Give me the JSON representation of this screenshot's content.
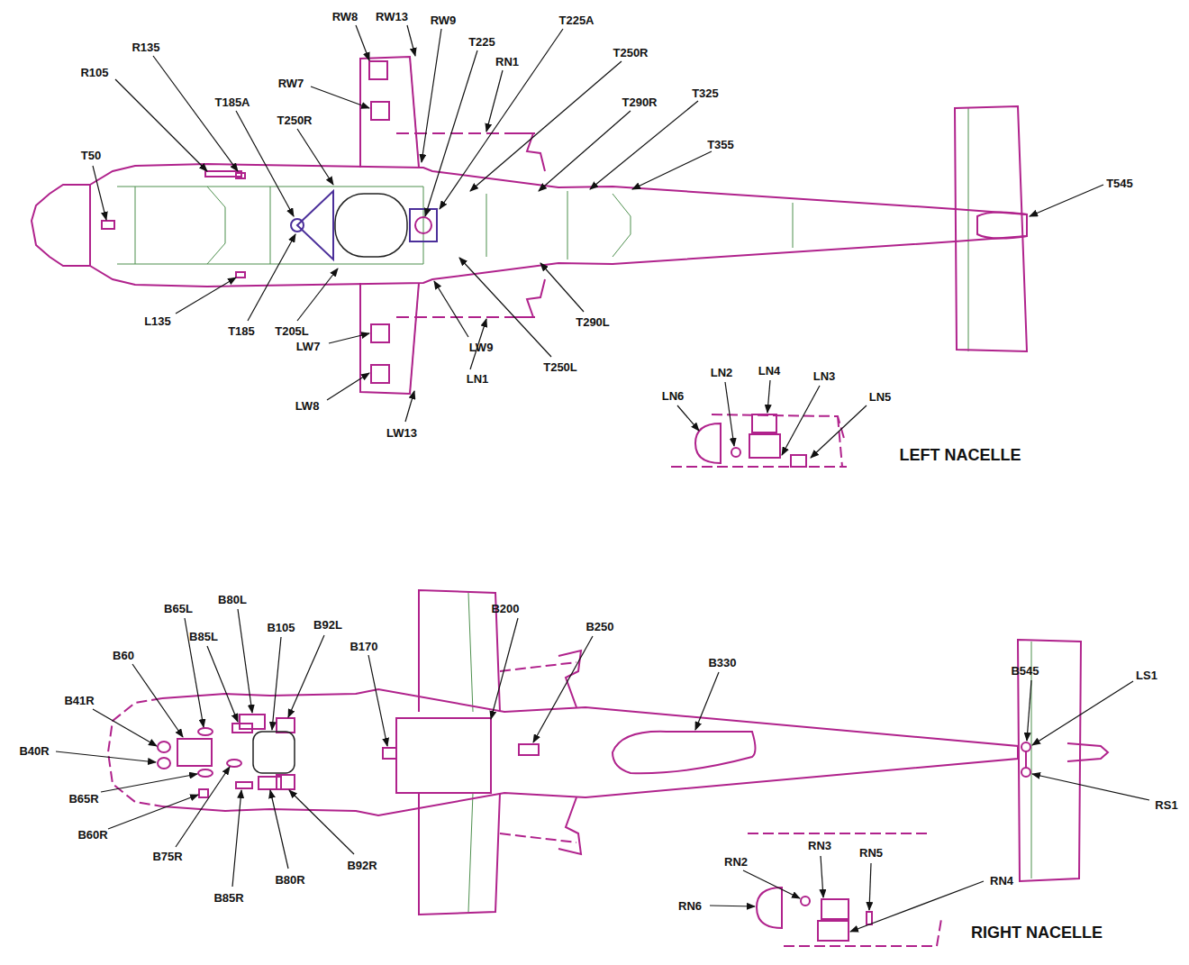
{
  "diagram": {
    "labels": [
      "RW8",
      "RW13",
      "RW9",
      "T225",
      "T225A",
      "T250R",
      "RN1",
      "RW7",
      "R135",
      "R105",
      "T185A",
      "T250R",
      "T290R",
      "T325",
      "T355",
      "T50",
      "T545",
      "L135",
      "T185",
      "T205L",
      "LW7",
      "LW8",
      "LW13",
      "LW9",
      "LN1",
      "T250L",
      "T290L",
      "LN6",
      "LN2",
      "LN4",
      "LN3",
      "LN5",
      "LEFT NACELLE",
      "B65L",
      "B80L",
      "B105",
      "B92L",
      "B60",
      "B85L",
      "B170",
      "B200",
      "B250",
      "B330",
      "B41R",
      "B40R",
      "B65R",
      "B60R",
      "B75R",
      "B85R",
      "B80R",
      "B92R",
      "B545",
      "LS1",
      "RS1",
      "RN2",
      "RN3",
      "RN5",
      "RN6",
      "RN4",
      "RIGHT NACELLE"
    ]
  }
}
